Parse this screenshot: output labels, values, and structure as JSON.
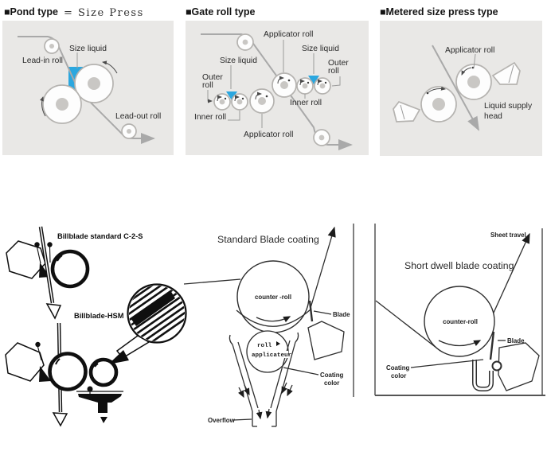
{
  "colors": {
    "panel_bg": "#e9e8e6",
    "diagram_gray": "#a9a9a9",
    "roll_core_gray": "#c9c7c4",
    "size_liquid_blue": "#2ba7df",
    "line_art_black": "#0f0f0f",
    "scan_line_dark": "#2e2e2e"
  },
  "pond": {
    "title": "■Pond type",
    "subtitle": "= Size Press",
    "size_liquid": "Size liquid",
    "lead_in": "Lead-in roll",
    "lead_out": "Lead-out roll"
  },
  "gate": {
    "title": "■Gate roll type",
    "applicator_top": "Applicator roll",
    "applicator_bottom": "Applicator roll",
    "size_liquid_left": "Size liquid",
    "size_liquid_right": "Size liquid",
    "outer_left_line1": "Outer",
    "outer_left_line2": "roll",
    "outer_right_line1": "Outer",
    "outer_right_line2": "roll",
    "inner_left": "Inner roll",
    "inner_right": "Inner roll"
  },
  "metered": {
    "title": "■Metered size press type",
    "applicator": "Applicator roll",
    "liquid_supply_line1": "Liquid supply",
    "liquid_supply_line2": "head"
  },
  "billblade": {
    "standard_title": "Billblade standard C-2-S",
    "hsm_title": "Billblade-HSM"
  },
  "standard_blade": {
    "title": "Standard Blade coating",
    "counter_roll": "counter -roll",
    "blade": "Blade",
    "roll": "roll",
    "applicateur": "applicateur",
    "coating_line1": "Coating",
    "coating_line2": "color",
    "overflow": "Overflow"
  },
  "short_dwell": {
    "title": "Short dwell blade coating",
    "sheet_travel": "Sheet travel",
    "counter_roll": "counter-roll",
    "blade": "Blade",
    "coating_line1": "Coating",
    "coating_line2": "color"
  }
}
